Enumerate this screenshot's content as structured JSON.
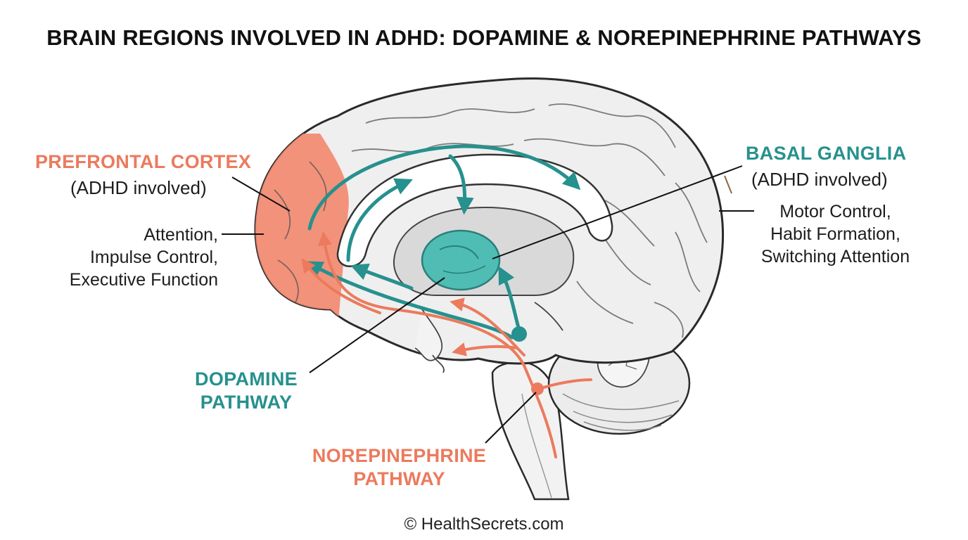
{
  "title": "BRAIN REGIONS INVOLVED IN ADHD: DOPAMINE & NOREPINEPHRINE PATHWAYS",
  "colors": {
    "dopamine": "#26918e",
    "norepinephrine": "#ec7a5d",
    "prefrontal_fill": "#f38a70",
    "basal_fill": "#4fbdb3"
  },
  "prefrontal": {
    "heading": "PREFRONTAL CORTEX",
    "subtitle": "(ADHD involved)",
    "functions": [
      "Attention,",
      "Impulse Control,",
      "Executive Function"
    ]
  },
  "basal_ganglia": {
    "heading": "BASAL GANGLIA",
    "subtitle": "(ADHD involved)",
    "functions": [
      "Motor Control,",
      "Habit Formation,",
      "Switching Attention"
    ]
  },
  "dopamine": {
    "lines": [
      "DOPAMINE",
      "PATHWAY"
    ]
  },
  "norepinephrine": {
    "lines": [
      "NOREPINEPHRINE",
      "PATHWAY"
    ]
  },
  "footer": "© HealthSecrets.com"
}
